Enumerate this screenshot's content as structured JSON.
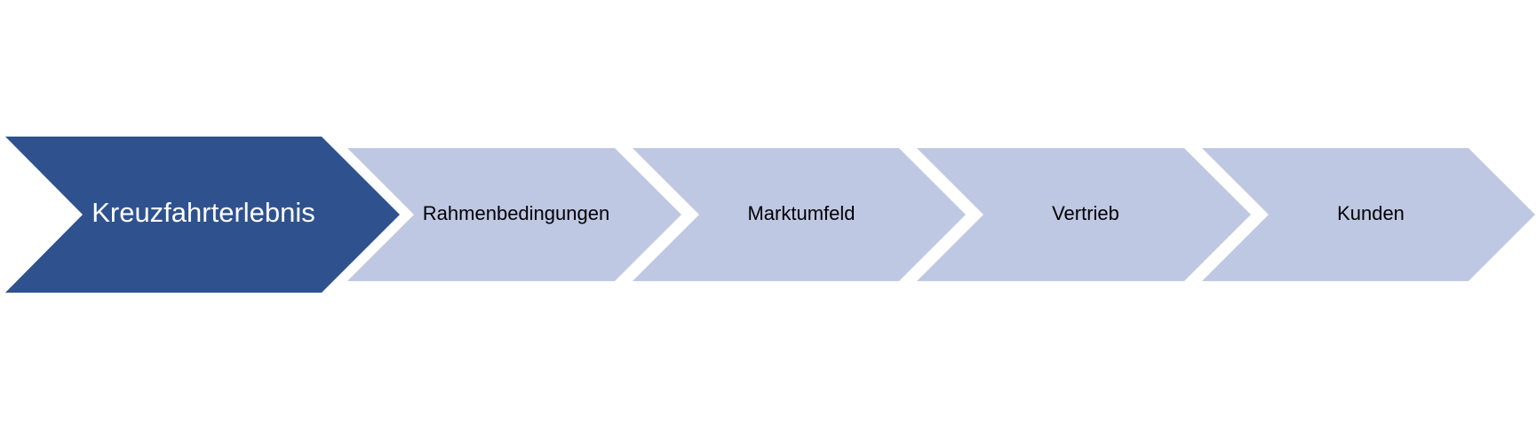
{
  "process": {
    "steps": [
      {
        "label": "Kreuzfahrterlebnis",
        "active": true
      },
      {
        "label": "Rahmenbedingungen",
        "active": false
      },
      {
        "label": "Marktumfeld",
        "active": false
      },
      {
        "label": "Vertrieb",
        "active": false
      },
      {
        "label": "Kunden",
        "active": false
      }
    ]
  },
  "colors": {
    "active_fill": "#2F528F",
    "inactive_fill": "#BFC8E3",
    "active_text": "#FFFFFF",
    "inactive_text": "#000000"
  }
}
